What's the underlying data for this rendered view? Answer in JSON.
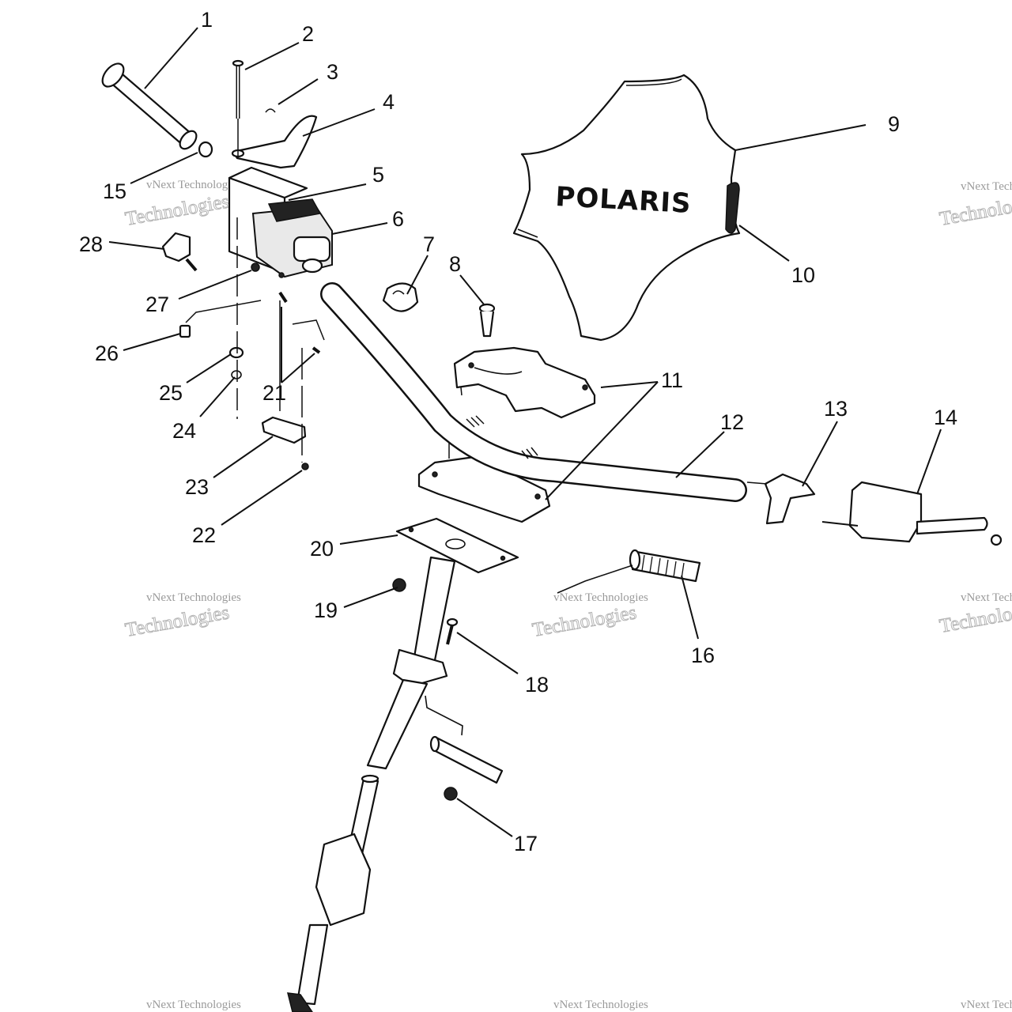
{
  "diagram": {
    "part_numbers": [
      "1",
      "2",
      "3",
      "4",
      "5",
      "6",
      "7",
      "8",
      "9",
      "10",
      "11",
      "12",
      "13",
      "14",
      "15",
      "16",
      "17",
      "18",
      "19",
      "20",
      "21",
      "22",
      "23",
      "24",
      "25",
      "26",
      "27",
      "28"
    ],
    "logo_text": "POLARIS",
    "watermark": {
      "line1": "vNext Technologies",
      "line2": "Technologies"
    }
  }
}
